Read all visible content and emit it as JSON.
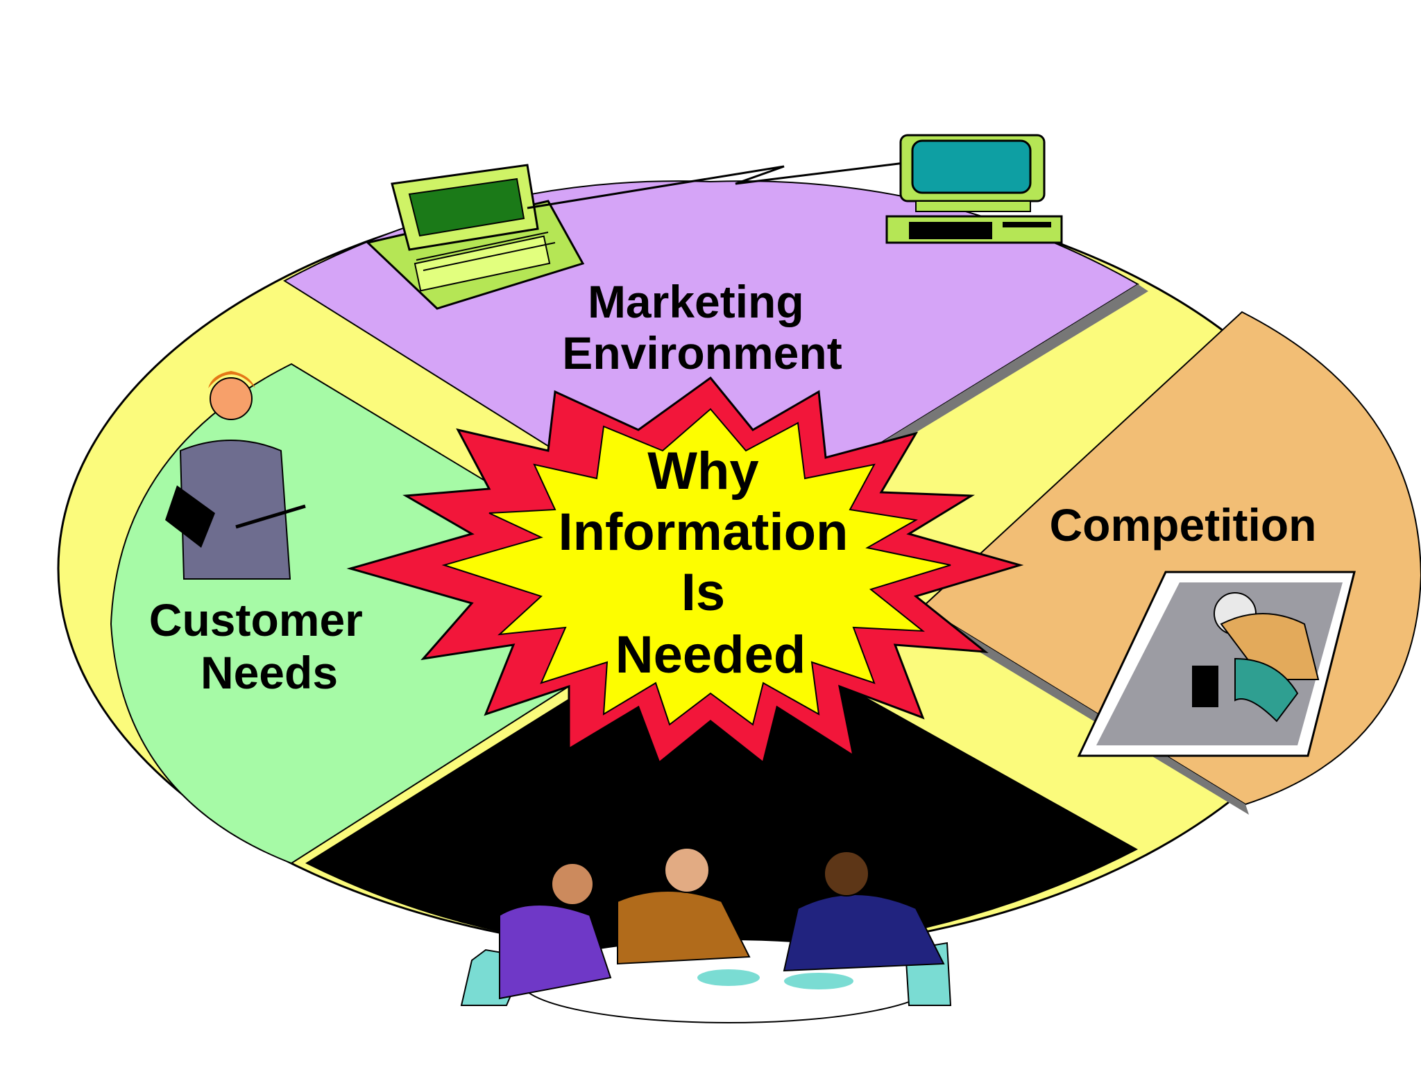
{
  "diagram": {
    "center": {
      "lines": [
        "Why",
        "Information",
        "Is",
        "Needed"
      ]
    },
    "sectors": [
      {
        "key": "marketing_environment",
        "lines": [
          "Marketing",
          "Environment"
        ],
        "color": "#D5A4F7"
      },
      {
        "key": "customer_needs",
        "lines": [
          "Customer",
          "Needs"
        ],
        "color": "#A6FAA6"
      },
      {
        "key": "competition",
        "lines": [
          "Competition"
        ],
        "color": "#F2BE75"
      },
      {
        "key": "bottom",
        "lines": [],
        "color": "#000000"
      }
    ],
    "colors": {
      "ellipse_fill": "#FBFB7C",
      "burst_outer": "#F2163A",
      "burst_inner": "#FDFD00",
      "outline": "#000000"
    },
    "icons": [
      "laptop-icon",
      "desktop-computer-icon",
      "businesswoman-icon",
      "runner-icon",
      "meeting-people-icon"
    ]
  }
}
